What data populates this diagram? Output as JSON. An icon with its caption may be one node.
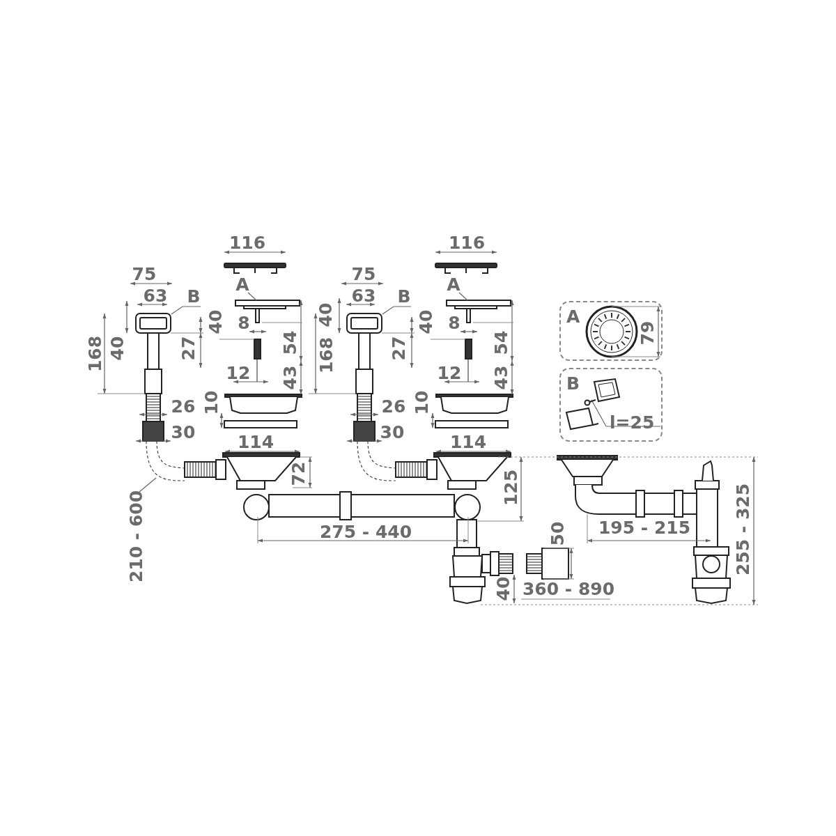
{
  "diagram": {
    "nodes": [
      {
        "text": [
          "B"
        ]
      },
      {
        "text": [],
        "shape": "picture"
      },
      {
        "text": [
          "A"
        ]
      },
      {
        "text": [],
        "shape": "picture"
      },
      {
        "text": [
          "B"
        ]
      },
      {
        "text": [],
        "shape": "picture"
      },
      {
        "text": [
          "A"
        ]
      },
      {
        "text": [],
        "shape": "picture"
      },
      {
        "text": [
          "A"
        ]
      },
      {
        "text": [
          "B"
        ]
      },
      {
        "text": [
          "l=25"
        ],
        "in": 9
      },
      {
        "text": [],
        "shape": "picture",
        "in": 9
      },
      {
        "text": [
          "210 - 600"
        ]
      },
      {
        "text": [],
        "shape": "picture"
      }
    ],
    "edges": [
      {
        "from": 0,
        "to": 1,
        "arrow": "none"
      },
      {
        "from": 2,
        "to": 3,
        "arrow": "none"
      },
      {
        "from": 4,
        "to": 5,
        "arrow": "none"
      },
      {
        "from": 6,
        "to": 7,
        "arrow": "none"
      },
      {
        "from": 10,
        "to": 11,
        "arrow": "none"
      },
      {
        "from": 12,
        "to": 13,
        "arrow": "none"
      }
    ],
    "labels": [
      "116",
      "116",
      "75",
      "75",
      "63",
      "40",
      "63",
      "40",
      "8",
      "40",
      "8",
      "79",
      "168",
      "40",
      "27",
      "54",
      "168",
      "27",
      "54",
      "12",
      "43",
      "12",
      "43",
      "26",
      "10",
      "26",
      "10",
      "30",
      "30",
      "114",
      "114",
      "72",
      "125",
      "275 - 440",
      "50",
      "195 - 215",
      "255 - 325",
      "40",
      "360 - 890"
    ]
  }
}
